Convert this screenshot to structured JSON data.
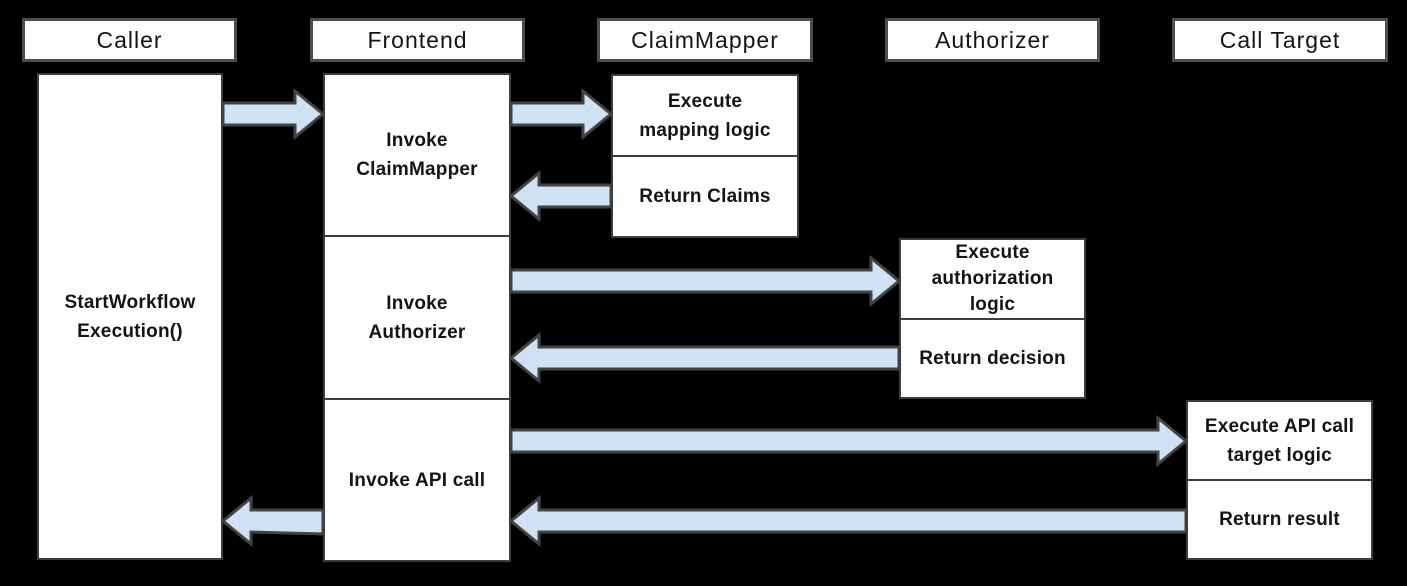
{
  "diagram": {
    "lanes": [
      {
        "title": "Caller"
      },
      {
        "title": "Frontend"
      },
      {
        "title": "ClaimMapper"
      },
      {
        "title": "Authorizer"
      },
      {
        "title": "Call Target"
      }
    ],
    "caller": {
      "label": "StartWorkflow\nExecution()"
    },
    "frontend": {
      "steps": [
        {
          "label": "Invoke\nClaimMapper"
        },
        {
          "label": "Invoke\nAuthorizer"
        },
        {
          "label": "Invoke API call"
        }
      ]
    },
    "claimmapper": {
      "steps": [
        {
          "label": "Execute\nmapping logic"
        },
        {
          "label": "Return Claims"
        }
      ]
    },
    "authorizer": {
      "steps": [
        {
          "label": "Execute\nauthorization\nlogic"
        },
        {
          "label": "Return decision"
        }
      ]
    },
    "calltarget": {
      "steps": [
        {
          "label": "Execute API call\ntarget logic"
        },
        {
          "label": "Return result"
        }
      ]
    },
    "arrows": [
      {
        "from": "Caller",
        "to": "Frontend",
        "direction": "right"
      },
      {
        "from": "Frontend",
        "to": "ClaimMapper",
        "direction": "right"
      },
      {
        "from": "ClaimMapper",
        "to": "Frontend",
        "direction": "left"
      },
      {
        "from": "Frontend",
        "to": "Authorizer",
        "direction": "right"
      },
      {
        "from": "Authorizer",
        "to": "Frontend",
        "direction": "left"
      },
      {
        "from": "Frontend",
        "to": "Call Target",
        "direction": "right"
      },
      {
        "from": "Call Target",
        "to": "Frontend",
        "direction": "left"
      },
      {
        "from": "Frontend",
        "to": "Caller",
        "direction": "left"
      }
    ]
  },
  "colors": {
    "background": "#000000",
    "box_fill": "#ffffff",
    "box_border": "#3d3d3d",
    "header_border": "#4d4d4d",
    "arrow_fill": "#cfe2f3",
    "arrow_stroke": "#434343",
    "text": "#141414"
  }
}
